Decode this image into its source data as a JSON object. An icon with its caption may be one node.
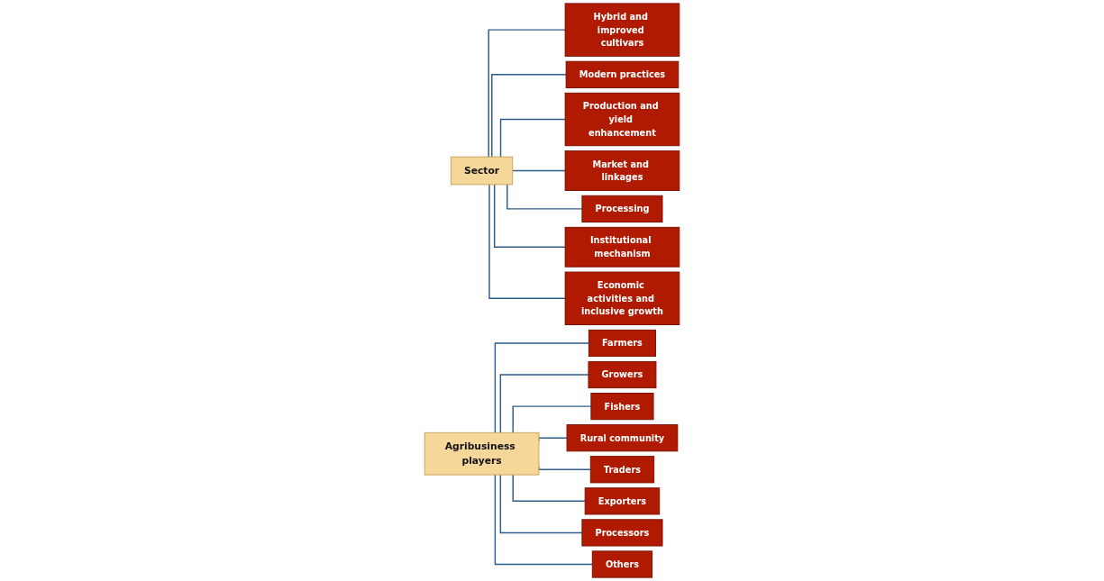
{
  "diagram": {
    "nodes": [
      {
        "text": [
          "Sector"
        ]
      },
      {
        "text": [
          "Hybrid and improved cultivars"
        ]
      },
      {
        "text": [
          "Modern practices"
        ]
      },
      {
        "text": [
          "Production and yield enhancement"
        ]
      },
      {
        "text": [
          "Market and linkages"
        ]
      },
      {
        "text": [
          "Processing"
        ]
      },
      {
        "text": [
          "Institutional mechanism"
        ]
      },
      {
        "text": [
          "Economic activities and inclusive growth"
        ]
      },
      {
        "text": [
          "Agribusiness players"
        ]
      },
      {
        "text": [
          "Farmers"
        ]
      },
      {
        "text": [
          "Growers"
        ]
      },
      {
        "text": [
          "Fishers"
        ]
      },
      {
        "text": [
          "Rural community"
        ]
      },
      {
        "text": [
          "Traders"
        ]
      },
      {
        "text": [
          "Exporters"
        ]
      },
      {
        "text": [
          "Processors"
        ]
      },
      {
        "text": [
          "Others"
        ]
      }
    ],
    "edges": [
      {
        "from": 0,
        "to": 1,
        "arrow": "none"
      },
      {
        "from": 0,
        "to": 2,
        "arrow": "none"
      },
      {
        "from": 0,
        "to": 3,
        "arrow": "none"
      },
      {
        "from": 0,
        "to": 4,
        "arrow": "none"
      },
      {
        "from": 0,
        "to": 5,
        "arrow": "none"
      },
      {
        "from": 0,
        "to": 6,
        "arrow": "none"
      },
      {
        "from": 0,
        "to": 7,
        "arrow": "none"
      },
      {
        "from": 8,
        "to": 9,
        "arrow": "none"
      },
      {
        "from": 8,
        "to": 10,
        "arrow": "none"
      },
      {
        "from": 8,
        "to": 11,
        "arrow": "none"
      },
      {
        "from": 8,
        "to": 12,
        "arrow": "none"
      },
      {
        "from": 8,
        "to": 13,
        "arrow": "none"
      },
      {
        "from": 8,
        "to": 14,
        "arrow": "none"
      },
      {
        "from": 8,
        "to": 15,
        "arrow": "none"
      },
      {
        "from": 8,
        "to": 16,
        "arrow": "none"
      }
    ]
  }
}
